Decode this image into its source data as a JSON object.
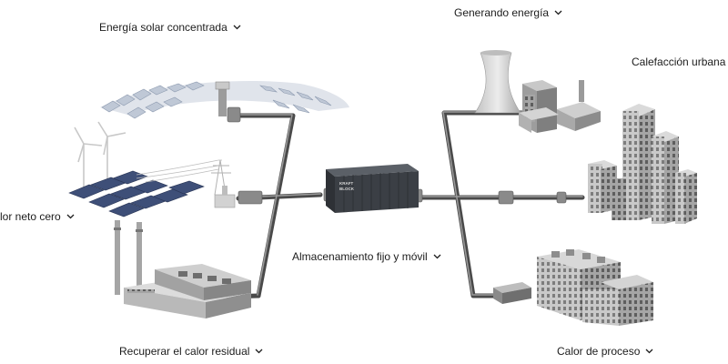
{
  "labels": {
    "solar": "Energía solar concentrada",
    "generating": "Generando energía",
    "district": "Calefacción urbana",
    "netzero": "lor neto cero",
    "storage": "Almacenamiento fijo y móvil",
    "waste": "Recuperar el calor residual",
    "process": "Calor de proceso"
  },
  "container_text": {
    "line1": "KRAFT",
    "line2": "BLOCK"
  },
  "icons": {
    "chevron": "chevron-down-icon"
  },
  "colors": {
    "pipe": "#4a4a4a",
    "pipe_highlight": "#9a9a9a",
    "container": "#3b3f45",
    "building_light": "#cfcfcf",
    "building_mid": "#a9a9a9",
    "building_dark": "#7e7e7e",
    "panel": "#3e4f78"
  }
}
